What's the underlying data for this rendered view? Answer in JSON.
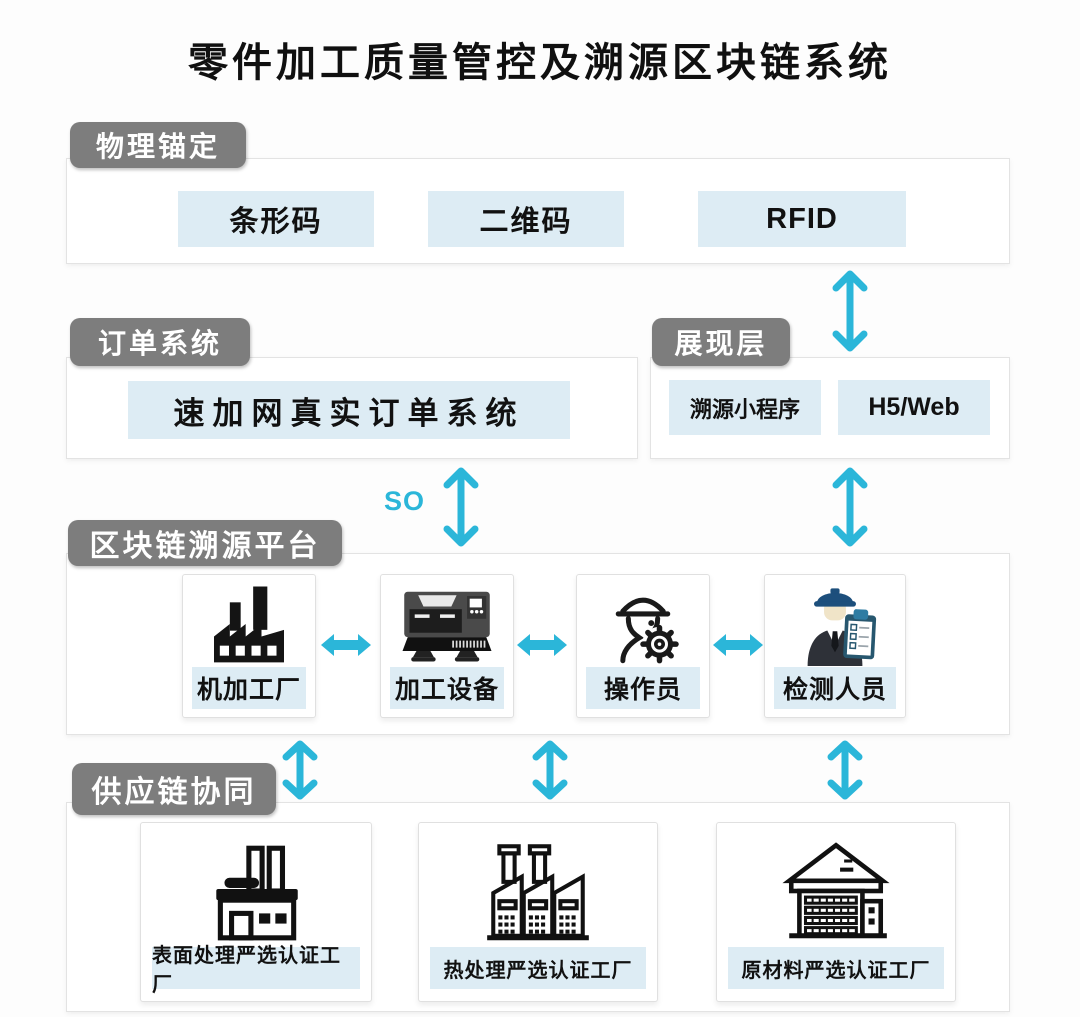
{
  "title": "零件加工质量管控及溯源区块链系统",
  "so_label": "SO",
  "colors": {
    "accent_cyan": "#2bb6d9",
    "tab_gray": "#7d7d7d",
    "chip_blue": "#ddecf4",
    "helmet_blue": "#1d4f7c",
    "clipboard_blue": "#27576f"
  },
  "physical": {
    "tab": "物理锚定",
    "items": [
      "条形码",
      "二维码",
      "RFID"
    ]
  },
  "order": {
    "tab": "订单系统",
    "system_label": "速加网真实订单系统"
  },
  "presentation": {
    "tab": "展现层",
    "items": [
      "溯源小程序",
      "H5/Web"
    ]
  },
  "platform": {
    "tab": "区块链溯源平台",
    "nodes": [
      {
        "label": "机加工厂",
        "icon": "factory-icon"
      },
      {
        "label": "加工设备",
        "icon": "cnc-machine-icon"
      },
      {
        "label": "操作员",
        "icon": "operator-icon"
      },
      {
        "label": "检测人员",
        "icon": "inspector-icon"
      }
    ]
  },
  "supply": {
    "tab": "供应链协同",
    "nodes": [
      {
        "label": "表面处理严选认证工厂",
        "icon": "surface-treatment-factory-icon"
      },
      {
        "label": "热处理严选认证工厂",
        "icon": "heat-treatment-factory-icon"
      },
      {
        "label": "原材料严选认证工厂",
        "icon": "raw-material-warehouse-icon"
      }
    ]
  }
}
